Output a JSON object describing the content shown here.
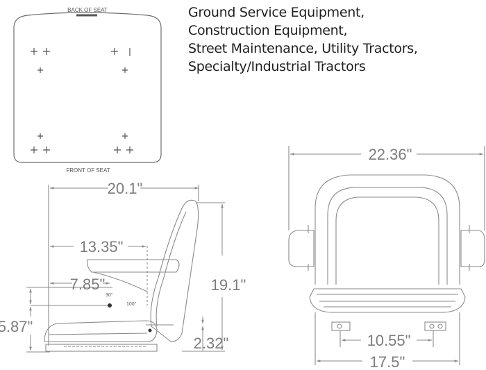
{
  "applications": {
    "line0": "Ground Service Equipment,",
    "line1": "Construction Equipment,",
    "line2": "Street Maintenance, Utility Tractors,",
    "line3": "Specialty/Industrial Tractors"
  },
  "top_view": {
    "back_label": "BACK OF SEAT",
    "front_label": "FRONT OF SEAT"
  },
  "side_view": {
    "overall_depth": "20.1\"",
    "armrest_depth": "13.35\"",
    "pivot_depth": "7.85\"",
    "overall_height": "19.1\"",
    "pivot_height": "5.87\"",
    "base_height": "2.32\"",
    "angle_small": "30°",
    "angle_back": "100°"
  },
  "front_view": {
    "overall_width": "22.36\"",
    "mount_width": "10.55\"",
    "base_width": "17.5\""
  },
  "colors": {
    "line": "#8a8a8a",
    "dim_text": "#7d7d7d",
    "text": "#1f1f1f"
  }
}
